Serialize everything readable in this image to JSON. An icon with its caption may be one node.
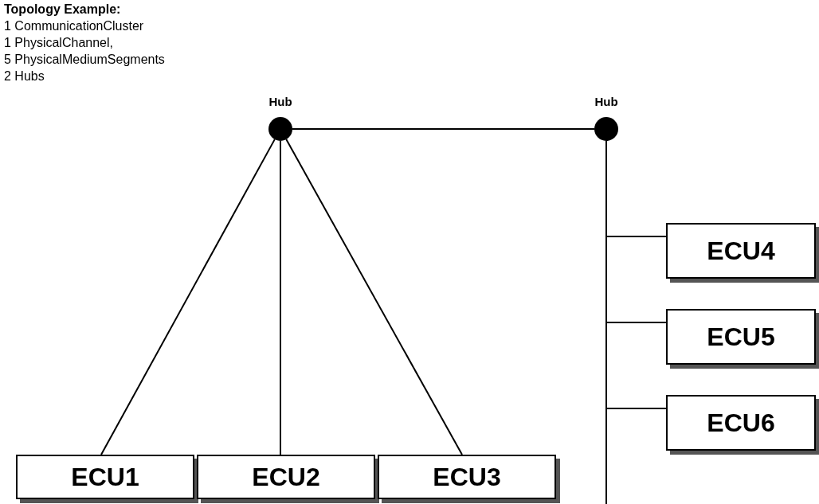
{
  "diagram": {
    "title": "Topology Example:",
    "nodes": [
      {
        "text": [],
        "shape": "circle",
        "beside": [
          "Hub"
        ]
      },
      {
        "text": [],
        "shape": "circle",
        "beside": [
          "Hub"
        ]
      },
      {
        "text": [
          "ECU1"
        ]
      },
      {
        "text": [
          "ECU2"
        ]
      },
      {
        "text": [
          "ECU3"
        ]
      },
      {
        "text": [
          "ECU4"
        ]
      },
      {
        "text": [
          "ECU5"
        ]
      },
      {
        "text": [
          "ECU6"
        ]
      }
    ],
    "edges": [
      {
        "from": 0,
        "to": 1,
        "arrow": "none"
      },
      {
        "from": 0,
        "to": 2,
        "arrow": "none"
      },
      {
        "from": 0,
        "to": 3,
        "arrow": "none"
      },
      {
        "from": 0,
        "to": 4,
        "arrow": "none"
      },
      {
        "from": 1,
        "to": 5,
        "arrow": "none"
      },
      {
        "from": 1,
        "to": 6,
        "arrow": "none"
      },
      {
        "from": 1,
        "to": 7,
        "arrow": "none"
      }
    ],
    "labels": [
      "1 CommunicationCluster",
      "1 PhysicalChannel,",
      "5 PhysicalMediumSegments",
      "2 Hubs"
    ]
  }
}
